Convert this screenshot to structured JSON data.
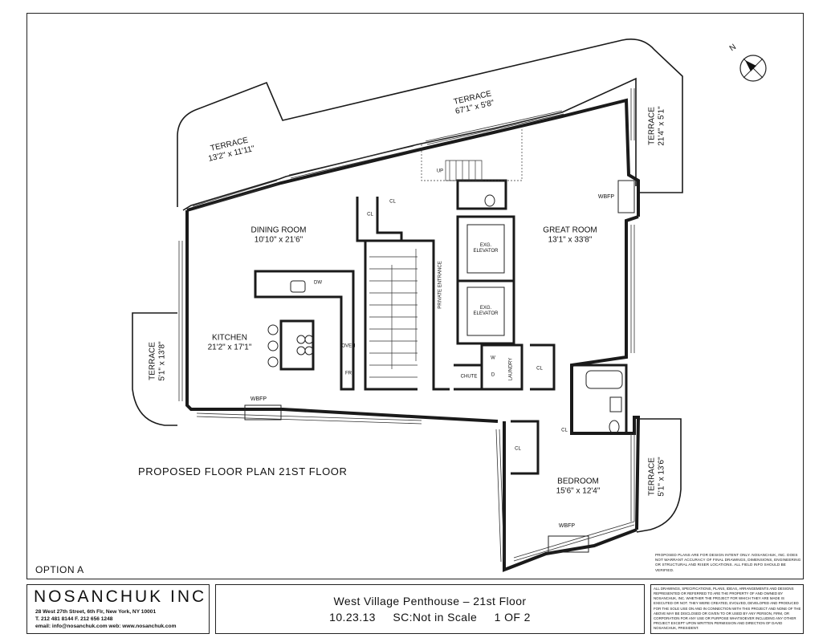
{
  "rooms": {
    "terrace_left_top": {
      "name": "TERRACE",
      "dims": "13'2\" x 11'11\""
    },
    "terrace_top": {
      "name": "TERRACE",
      "dims": "67'1\" x 5'8\""
    },
    "terrace_right_top": {
      "name": "TERRACE",
      "dims": "21'4\" x 5'1\""
    },
    "terrace_left": {
      "name": "TERRACE",
      "dims": "5'1\" x 13'8\""
    },
    "terrace_right_bottom": {
      "name": "TERRACE",
      "dims": "5'1\" x 13'6\""
    },
    "dining": {
      "name": "DINING ROOM",
      "dims": "10'10\" x 21'6\""
    },
    "kitchen": {
      "name": "KITCHEN",
      "dims": "21'2\" x 17'1\""
    },
    "great": {
      "name": "GREAT ROOM",
      "dims": "13'1\" x 33'8\""
    },
    "bedroom": {
      "name": "BEDROOM",
      "dims": "15'6\" x 12'4\""
    }
  },
  "labels": {
    "elevator": "EXG. ELEVATOR",
    "private_entrance": "PRIVATE ENTRANCE",
    "laundry": "LAUNDRY",
    "chute": "CHUTE",
    "w": "W",
    "d": "D",
    "cl": "CL",
    "dw": "DW",
    "oven": "OVEN",
    "fr": "FR",
    "wbfp": "WBFP",
    "up": "UP"
  },
  "plan_title": "PROPOSED FLOOR PLAN 21ST FLOOR",
  "option": "OPTION A",
  "plan_disclaimer": "PROPOSED PLANS ARE FOR DESIGN INTENT ONLY. NOSANCHUK, INC. DOES NOT WARRANT ACCURACY OF FINAL DRAWINGS, DIMENSIONS, ENGINEERING OR STRUCTURAL AND RISER LOCATIONS.  ALL FIELD INFO SHOULD BE VERIFIED.",
  "title_block": {
    "company": "NOSANCHUK INC",
    "address": "28 West 27th Street, 6th Flr, New York, NY 10001",
    "phone": "T. 212 481 8144    F. 212 656 1248",
    "web": "email: info@nosanchuk.com  web: www.nosanchuk.com",
    "project": "West Village Penthouse – 21st Floor",
    "date": "10.23.13",
    "scale": "SC:Not in Scale",
    "sheet": "1 OF 2",
    "legal": "ALL DRAWINGS, SPECIFICATIONS, PLANS, IDEAS, ARRANGEMENTS AND DESIGNS REPRESENTED OR REFERRED TO ARE THE PROPERTY OF AND OWNED BY NOSANCHUK, INC. WHETHER THE PROJECT FOR WHICH THEY ARE MADE IS EXECUTED OR NOT.  THEY WERE CREATED, EVOLVED, DEVELOPED AND PRODUCED FOR THE SOLE USE ON AND IN CONNECTION WITH THIS PROJECT AND NONE OF THE ABOVE MAY BE DISCLOSED OR GIVEN TO OR USED BY ANY PERSON, FIRM, OR CORPORATION FOR ANY USE OR PURPOSE WHATSOEVER INCLUDING ANY OTHER PROJECT EXCEPT UPON WRITTEN PERMISSION AND DIRECTION OF DAVID NOSANCHUK, PRESIDENT."
  },
  "compass": {
    "label": "N"
  }
}
